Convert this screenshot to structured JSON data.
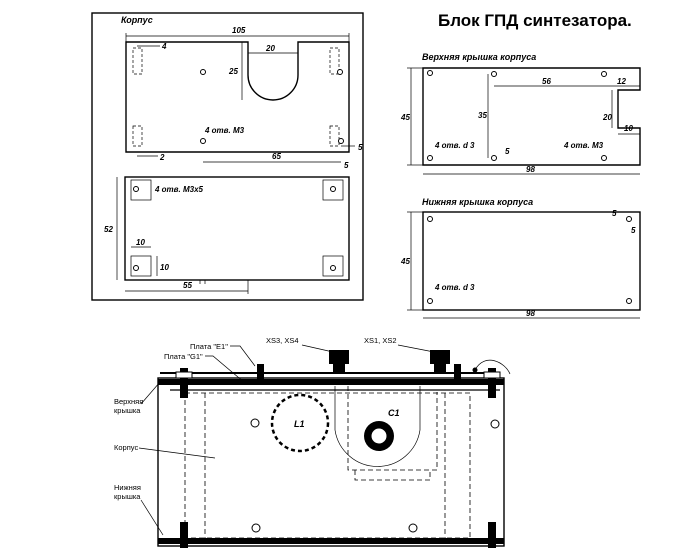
{
  "title": "Блок ГПД синтезатора.",
  "housing": {
    "label": "Корпус",
    "dims": {
      "width": "105",
      "slot_width": "20",
      "slot_depth": "25",
      "left_tab": "4",
      "bottom_offset": "2",
      "hole_span": "65",
      "right_offset": "5",
      "right_gap": "5",
      "holes_note": "4 отв. М3"
    },
    "bottom_view": {
      "holes_note": "4 отв. М3х5",
      "height": "52",
      "tab_w": "10",
      "tab_h": "10",
      "span": "55"
    }
  },
  "top_cover": {
    "label": "Верхняя крышка корпуса",
    "dims": {
      "height": "45",
      "width": "98",
      "span_56": "56",
      "notch_w": "12",
      "span_35": "35",
      "notch_h": "20",
      "notch_depth": "10",
      "gap_5": "5",
      "holes_d3": "4 отв. d 3",
      "holes_m3": "4 отв. М3"
    }
  },
  "bottom_cover": {
    "label": "Нижняя крышка корпуса",
    "dims": {
      "height": "45",
      "width": "98",
      "off_x": "5",
      "off_y": "5",
      "holes_d3": "4 отв. d 3"
    }
  },
  "assembly": {
    "callouts": {
      "board_e1": "Плата \"Е1\"",
      "board_g1": "Плата \"G1\"",
      "connectors_34": "XS3, XS4",
      "connectors_12": "XS1, XS2",
      "top_cover": "Верхняя крышка",
      "housing": "Корпус",
      "bottom_cover": "Нижняя крышка"
    },
    "parts": {
      "inductor": "L1",
      "capacitor": "C1"
    }
  }
}
